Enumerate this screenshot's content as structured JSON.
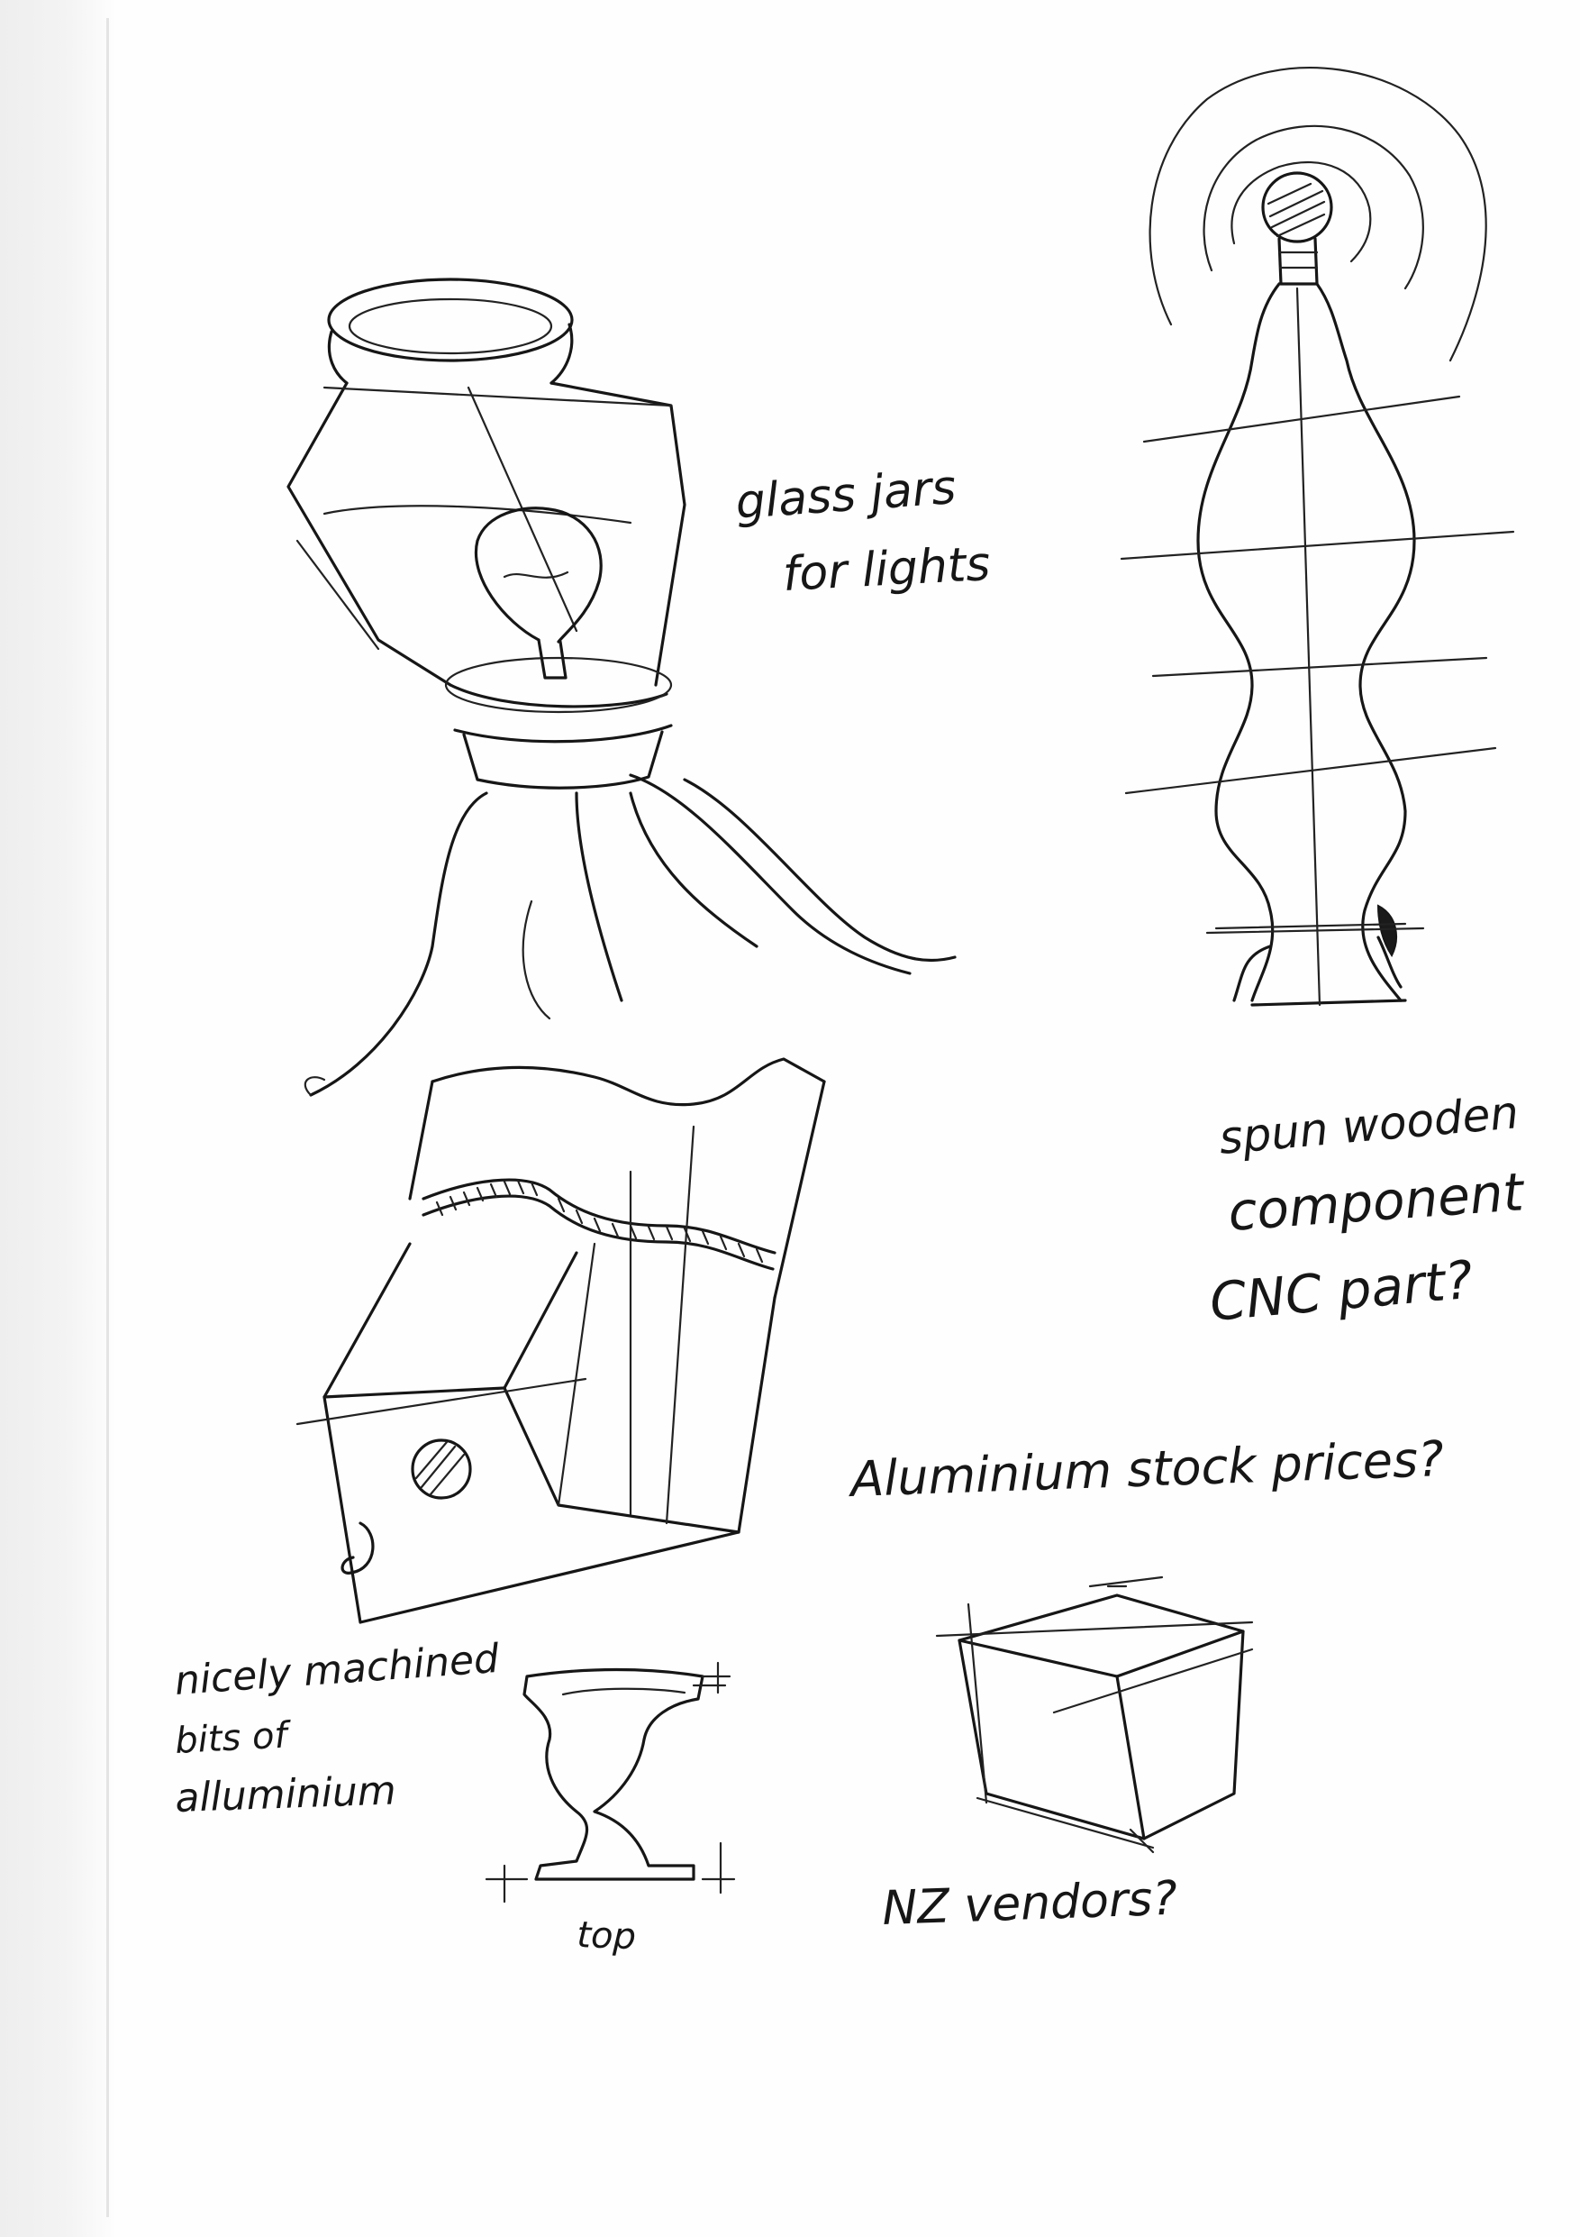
{
  "notes": {
    "glass_jars_line1": "glass jars",
    "glass_jars_line2": "for lights",
    "spun_wooden_line1": "spun wooden",
    "spun_wooden_line2": "component",
    "cnc_part": "CNC part?",
    "aluminium_stock": "Aluminium stock prices?",
    "nicely_machined_line1": "nicely machined",
    "nicely_machined_line2": "bits of",
    "nicely_machined_line3": "alluminium",
    "top_label": "top",
    "nz_vendors": "NZ vendors?"
  },
  "colors": {
    "ink": "#161616",
    "paper": "#fefefe",
    "scan_edge": "#eeeeee"
  }
}
